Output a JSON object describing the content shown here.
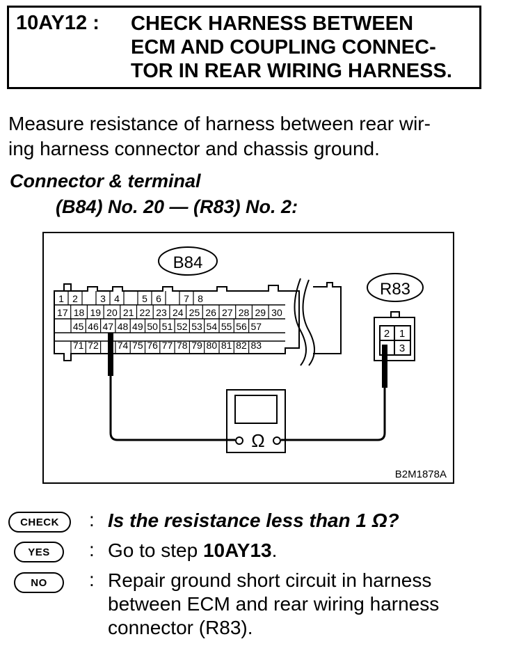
{
  "header": {
    "step_id": "10AY12 :",
    "title": "CHECK HARNESS BETWEEN\nECM AND COUPLING CONNEC-\nTOR IN REAR WIRING HARNESS."
  },
  "instruction": "Measure resistance of harness between rear wir-\ning harness connector and chassis ground.",
  "connector_terminal": {
    "title": "Connector & terminal",
    "value": "(B84) No. 20 — (R83) No. 2:"
  },
  "diagram": {
    "b84_label": "B84",
    "r83_label": "R83",
    "meter_symbol": "Ω",
    "figure_code": "B2M1878A",
    "b84_row1": [
      "1",
      "2",
      "",
      "3",
      "4",
      "",
      "5",
      "6",
      "",
      "7",
      "8"
    ],
    "b84_row2": [
      "17",
      "18",
      "19",
      "20",
      "21",
      "22",
      "23",
      "24",
      "25",
      "26",
      "27",
      "28",
      "29",
      "30"
    ],
    "b84_row3": [
      "45",
      "46",
      "47",
      "48",
      "49",
      "50",
      "51",
      "52",
      "53",
      "54",
      "55",
      "56",
      "57"
    ],
    "b84_row4": [
      "71",
      "72",
      "",
      "74",
      "75",
      "76",
      "77",
      "78",
      "79",
      "80",
      "81",
      "82",
      "83"
    ],
    "r83_cells": [
      "2",
      "1",
      "",
      "3"
    ]
  },
  "qa": {
    "check_badge": "CHECK",
    "yes_badge": "YES",
    "no_badge": "NO",
    "colon": ":",
    "question": "Is the resistance less than 1 Ω?",
    "yes_prefix": "Go to step ",
    "yes_step": "10AY13",
    "yes_suffix": ".",
    "no_text": "Repair ground short circuit in harness\nbetween ECM and rear wiring harness\nconnector (R83)."
  }
}
